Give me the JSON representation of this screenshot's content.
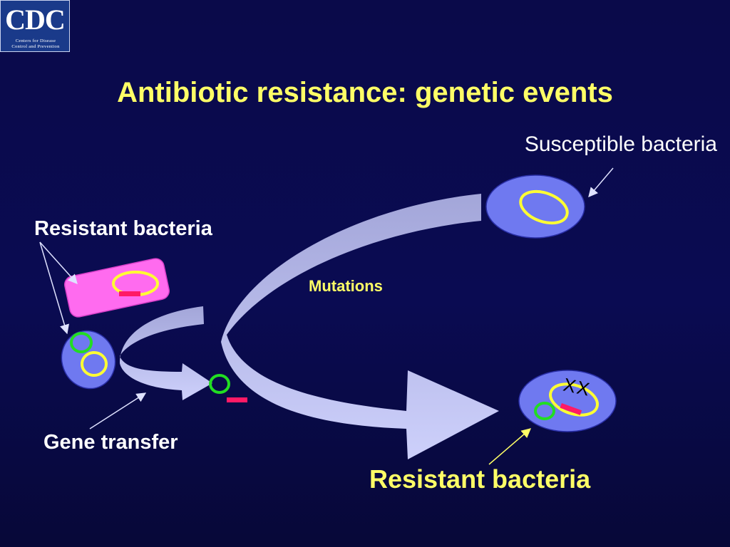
{
  "logo": {
    "mark": "CDC",
    "line1": "Centers for Disease",
    "line2": "Control and Prevention"
  },
  "title": "Antibiotic resistance: genetic events",
  "labels": {
    "susceptible": "Susceptible bacteria",
    "resistant_left": "Resistant bacteria",
    "mutations": "Mutations",
    "gene_transfer": "Gene transfer",
    "resistant_bottom": "Resistant bacteria"
  },
  "colors": {
    "background": "#0a0a4a",
    "title": "#ffff66",
    "cell_blue": "#6f79f0",
    "cell_pink": "#ff6bef",
    "plasmid_yellow": "#ffff33",
    "plasmid_green": "#22dd22",
    "gene_marker": "#ff1a66",
    "arrow": "#c9ccf4"
  },
  "markers": {
    "mutation_marks": "XX"
  }
}
